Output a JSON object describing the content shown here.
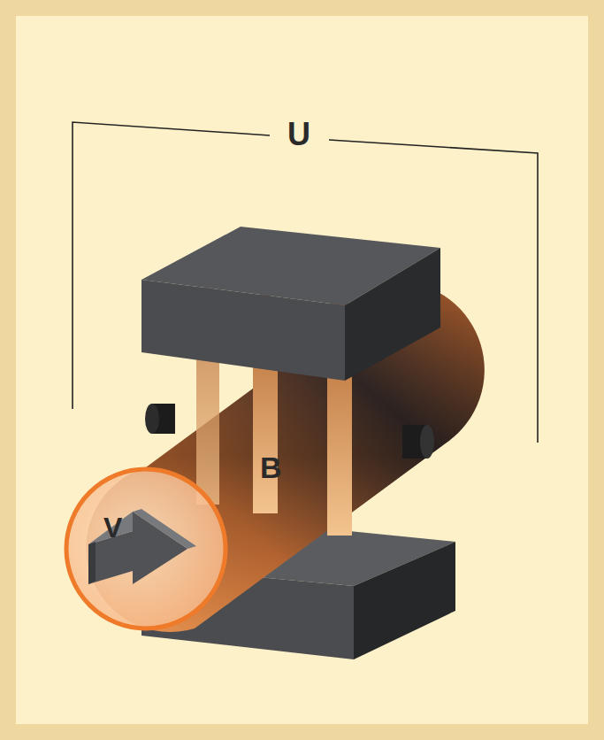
{
  "diagram": {
    "labels": [
      "U",
      "B",
      "V"
    ]
  }
}
